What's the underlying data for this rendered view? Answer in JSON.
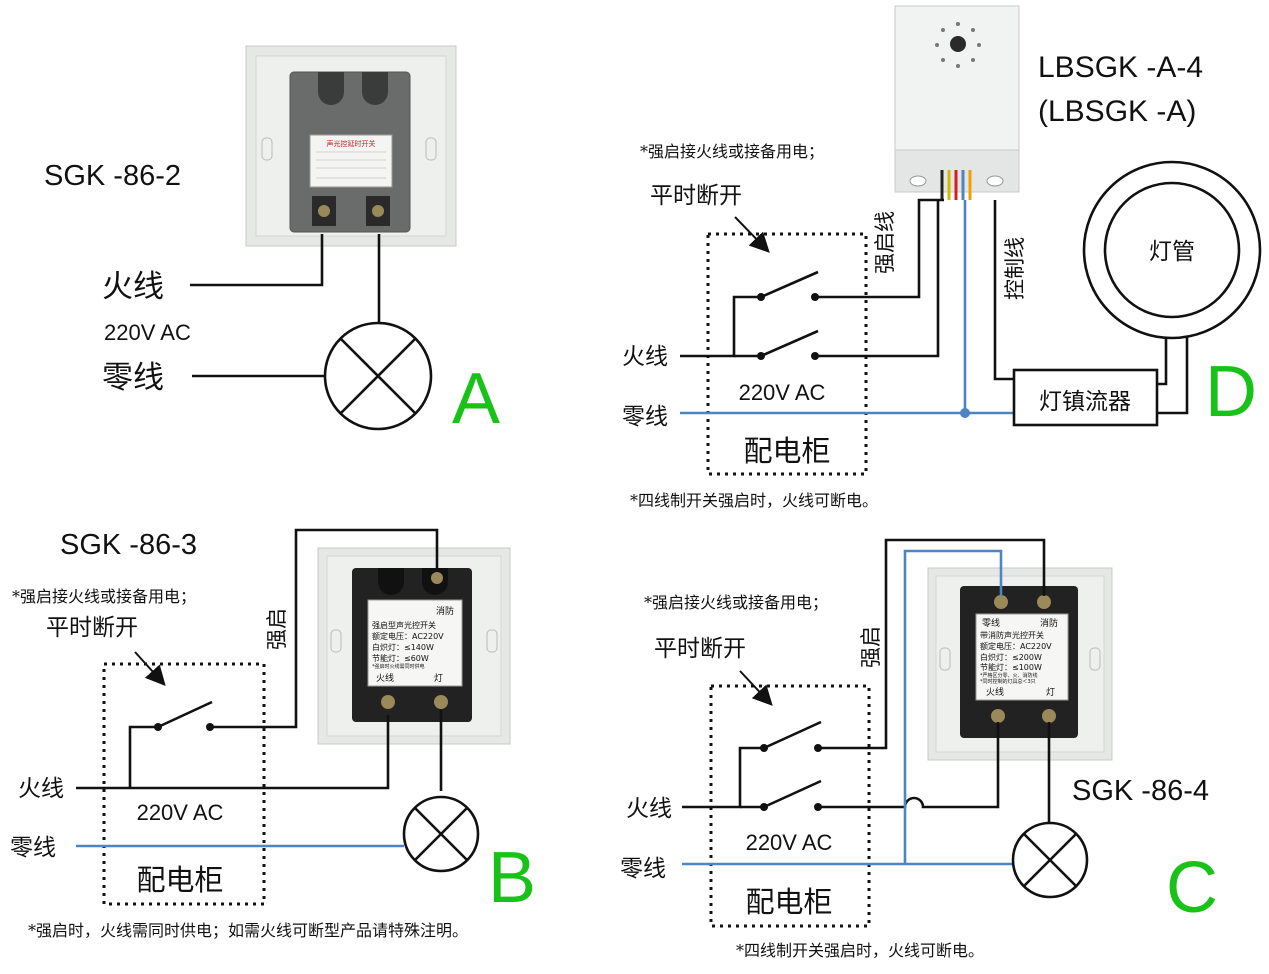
{
  "panel_a": {
    "model": "SGK -86-2",
    "live": "火线",
    "voltage": "220V AC",
    "neutral": "零线",
    "letter": "A",
    "device_title": "声光控延时开关"
  },
  "panel_b": {
    "model": "SGK -86-3",
    "note_top": "*强启接火线或接备用电；",
    "normally_open": "平时断开",
    "force": "强启",
    "live": "火线",
    "voltage": "220V AC",
    "neutral": "零线",
    "cabinet": "配电柜",
    "letter": "B",
    "note_bottom": "*强启时，火线需同时供电；如需火线可断型产品请特殊注明。",
    "device": {
      "fire": "消防",
      "title": "强启型声光控开关",
      "rated": "额定电压：AC220V",
      "incand": "白炽灯：≤140W",
      "saving": "节能灯：≤60W",
      "small": "*强启时火线需同时供电",
      "t_live": "火线",
      "t_lamp": "灯"
    }
  },
  "panel_c": {
    "model": "SGK -86-4",
    "note_top": "*强启接火线或接备用电；",
    "normally_open": "平时断开",
    "force": "强启",
    "live": "火线",
    "voltage": "220V AC",
    "neutral": "零线",
    "cabinet": "配电柜",
    "letter": "C",
    "note_bottom": "*四线制开关强启时，火线可断电。",
    "device": {
      "zero": "零线",
      "fire": "消防",
      "title": "带消防声光控开关",
      "rated": "额定电压：AC220V",
      "incand": "白炽灯：≤200W",
      "saving": "节能灯：≤100W",
      "small1": "*严格区分零、火、消防线",
      "small2": "*同时控制的灯具总＜3只",
      "t_live": "火线",
      "t_lamp": "灯"
    }
  },
  "panel_d": {
    "model1": "LBSGK -A-4",
    "model2": "(LBSGK -A)",
    "note_top": "*强启接火线或接备用电；",
    "normally_open": "平时断开",
    "force_wire": "强启线",
    "control_wire": "控制线",
    "lamp_tube": "灯管",
    "ballast": "灯镇流器",
    "live": "火线",
    "voltage": "220V AC",
    "neutral": "零线",
    "cabinet": "配电柜",
    "letter": "D",
    "note_bottom": "*四线制开关强启时，火线可断电。"
  },
  "colors": {
    "wire": "#111111",
    "neutral_wire": "#4c84c4",
    "letter": "#19c219"
  }
}
